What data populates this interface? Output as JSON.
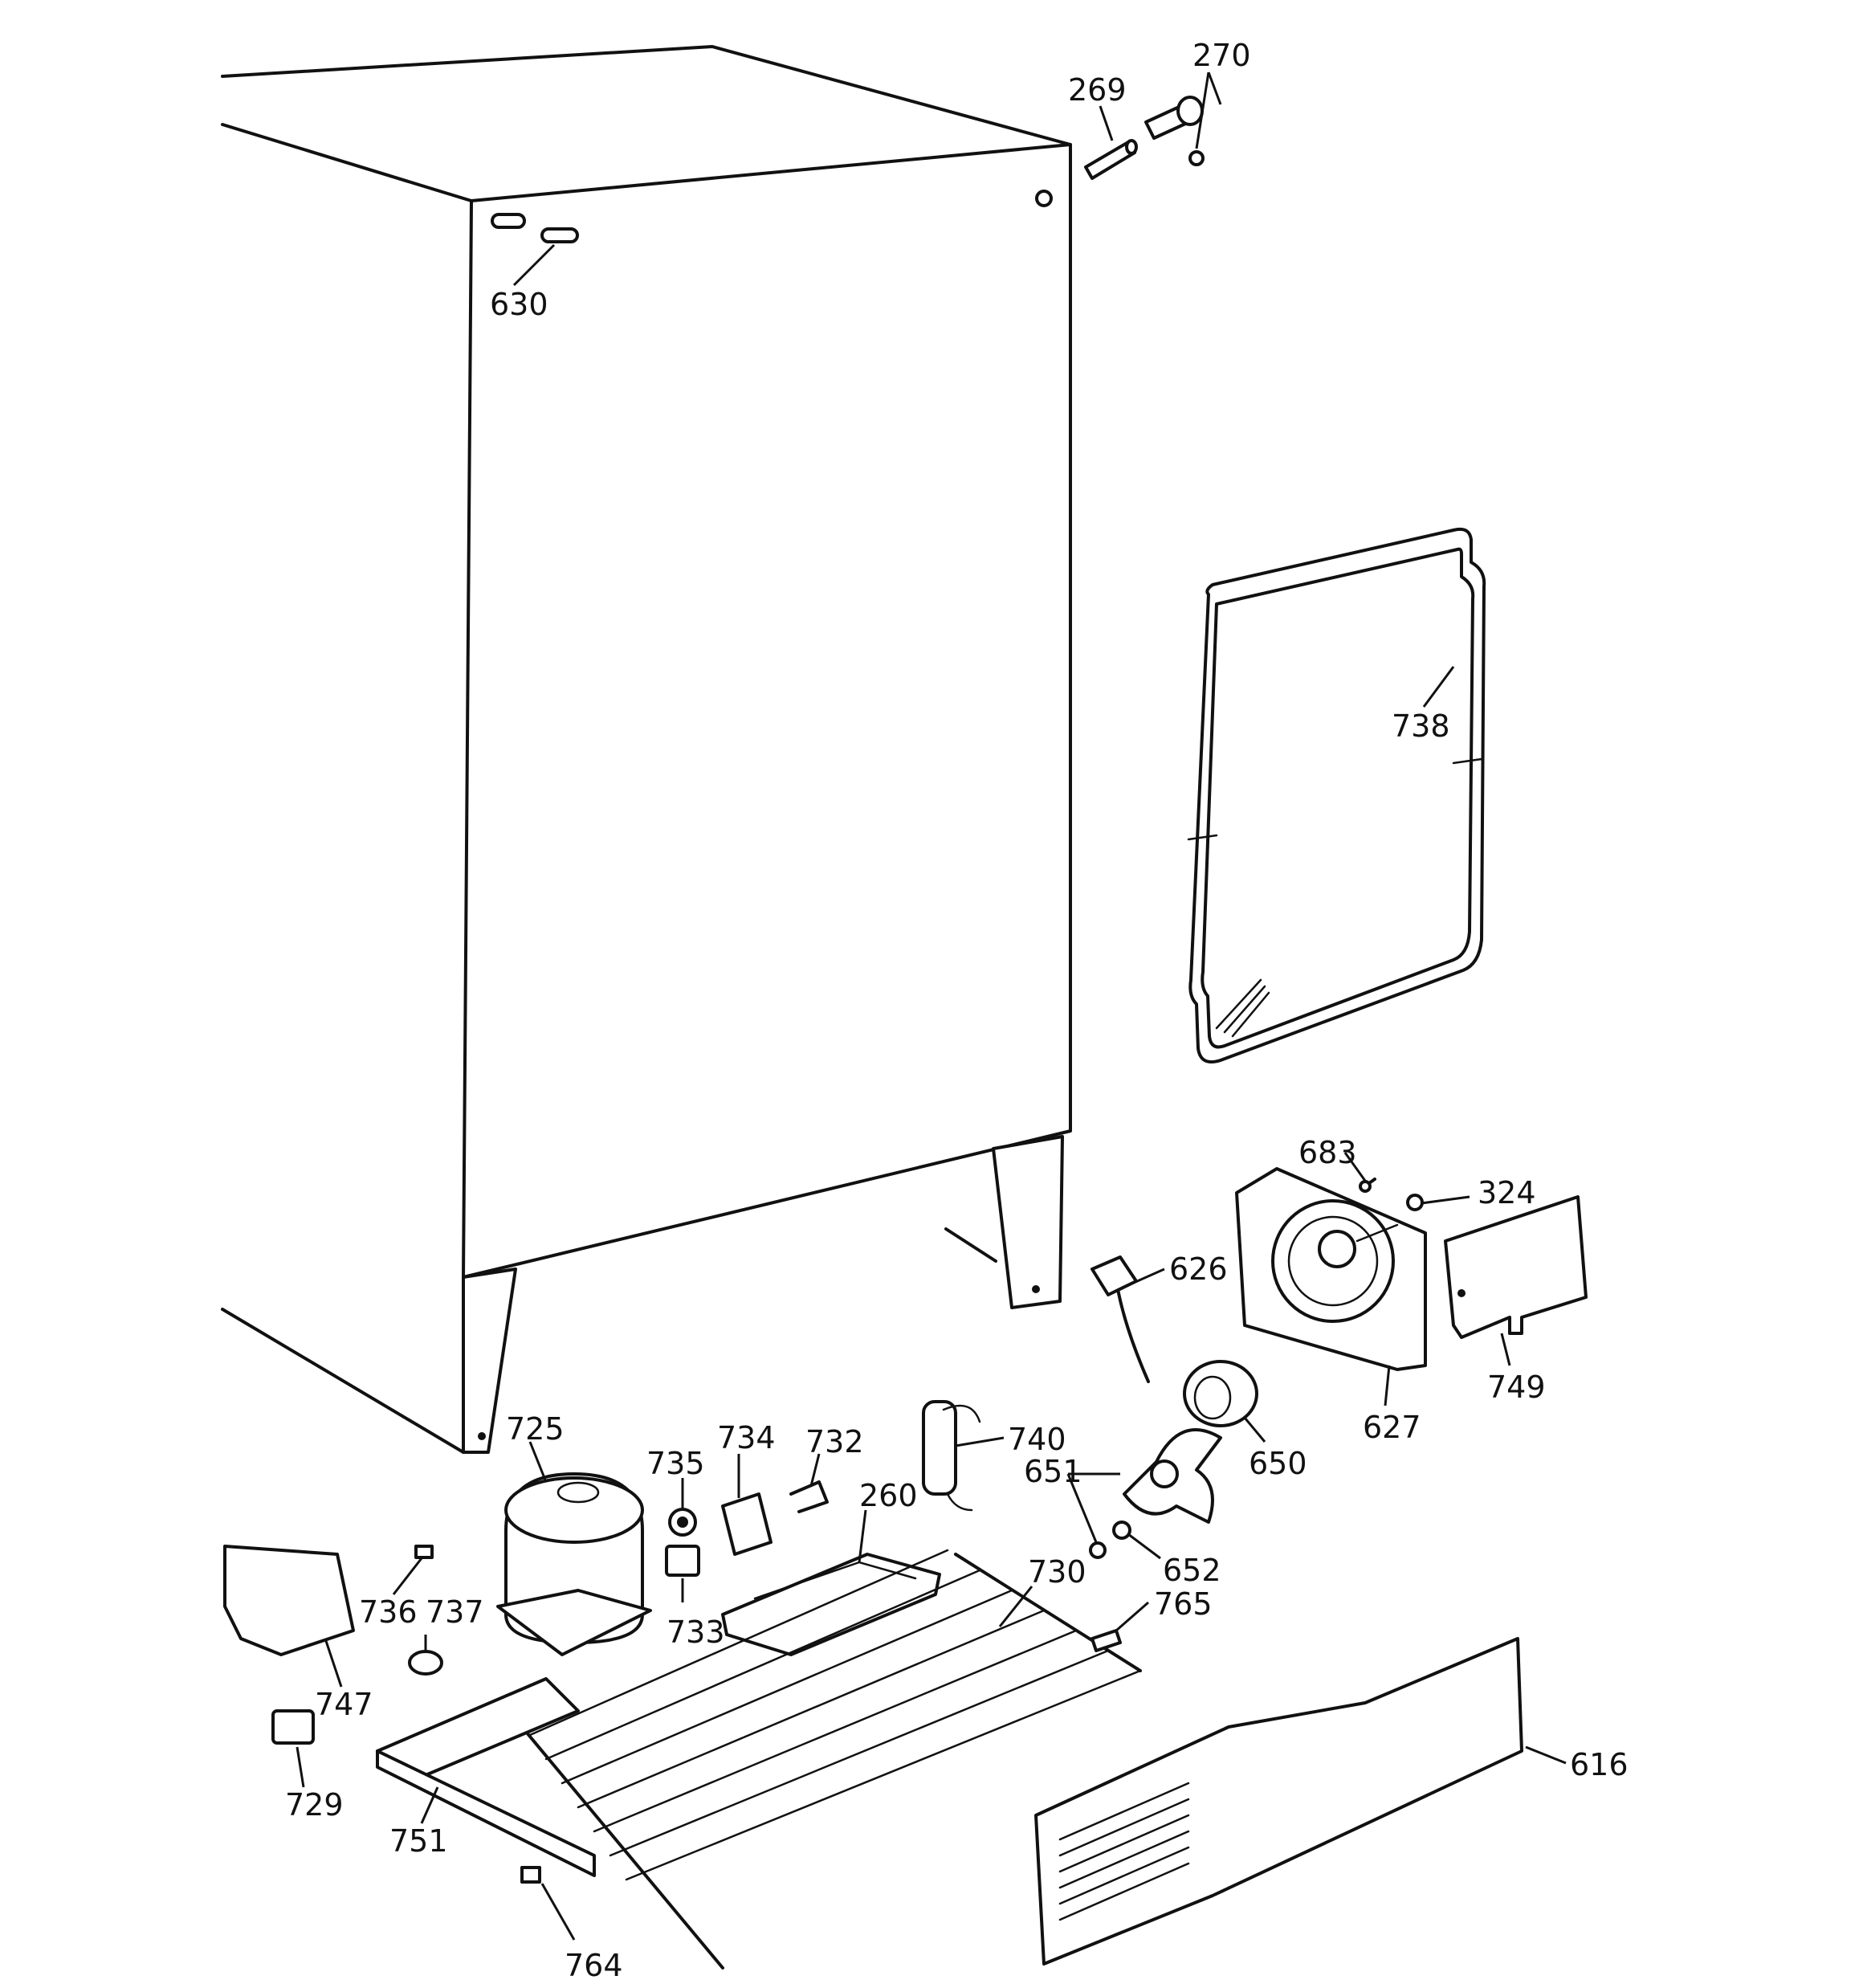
{
  "labels": {
    "l269": "269",
    "l270": "270",
    "l630": "630",
    "l738": "738",
    "l683": "683",
    "l324": "324",
    "l626": "626",
    "l749": "749",
    "l627": "627",
    "l650": "650",
    "l725": "725",
    "l735": "735",
    "l734": "734",
    "l732": "732",
    "l740": "740",
    "l651": "651",
    "l652": "652",
    "l260": "260",
    "l730": "730",
    "l765": "765",
    "l736": "736",
    "l737": "737",
    "l733": "733",
    "l747": "747",
    "l729": "729",
    "l751": "751",
    "l616": "616",
    "l764": "764"
  }
}
